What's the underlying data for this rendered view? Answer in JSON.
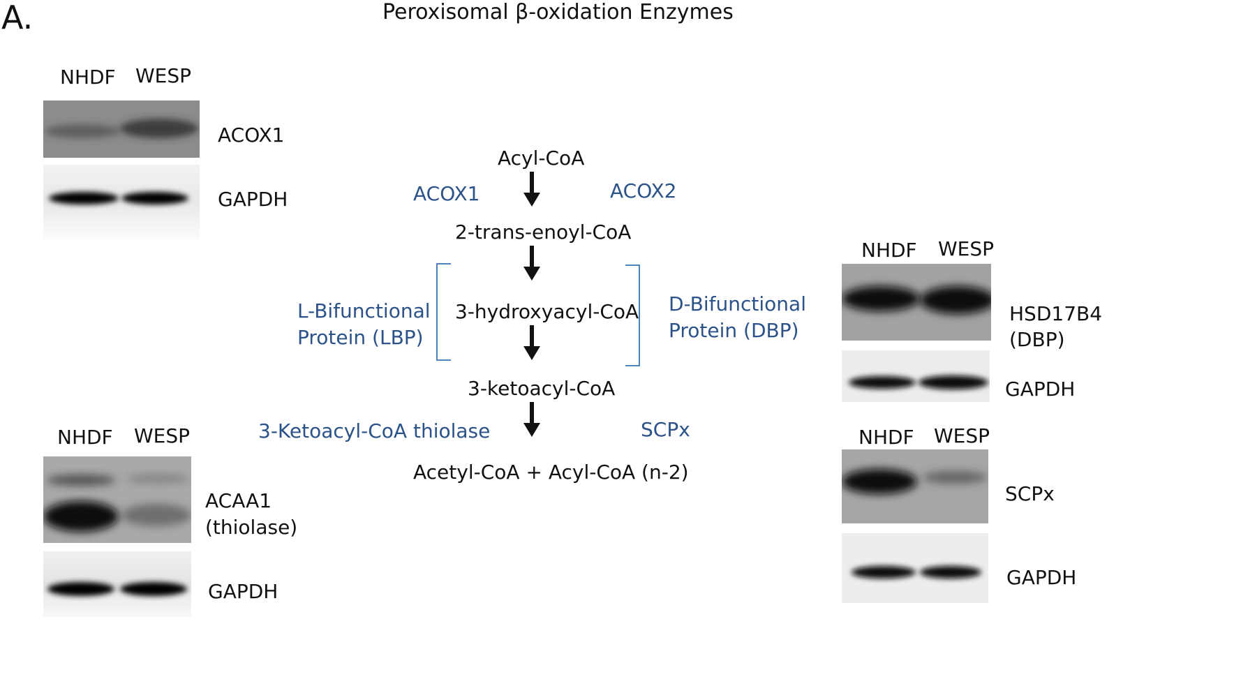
{
  "figure": {
    "panel_label": "A.",
    "title": "Peroxisomal β-oxidation Enzymes"
  },
  "blots": {
    "acox1": {
      "lanes": [
        "NHDF",
        "WESP"
      ],
      "target": "ACOX1",
      "control": "GAPDH"
    },
    "acaa1": {
      "lanes": [
        "NHDF",
        "WESP"
      ],
      "target_line1": "ACAA1",
      "target_line2": "(thiolase)",
      "control": "GAPDH"
    },
    "hsd17b4": {
      "lanes": [
        "NHDF",
        "WESP"
      ],
      "target_line1": "HSD17B4",
      "target_line2": "(DBP)",
      "control": "GAPDH"
    },
    "scpx": {
      "lanes": [
        "NHDF",
        "WESP"
      ],
      "target": "SCPx",
      "control": "GAPDH"
    }
  },
  "pathway": {
    "steps": [
      "Acyl-CoA",
      "2-trans-enoyl-CoA",
      "3-hydroxyacyl-CoA",
      "3-ketoacyl-CoA",
      "Acetyl-CoA + Acyl-CoA (n-2)"
    ],
    "enzymes": {
      "step1_left": "ACOX1",
      "step1_right": "ACOX2",
      "bifunctional_left_line1": "L-Bifunctional",
      "bifunctional_left_line2": "Protein (LBP)",
      "bifunctional_right_line1": "D-Bifunctional",
      "bifunctional_right_line2": "Protein (DBP)",
      "thiolase_left": "3-Ketoacyl-CoA thiolase",
      "thiolase_right": "SCPx"
    },
    "enzyme_color": "#2b5289",
    "arrow_color": "#111111"
  }
}
